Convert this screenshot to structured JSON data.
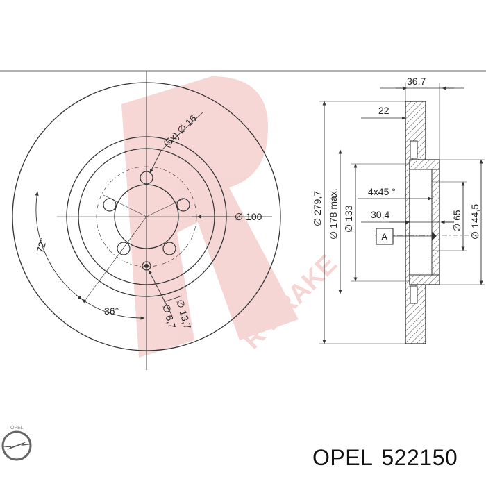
{
  "brand_logo": {
    "icon": "opel-logo",
    "text": "OPEL"
  },
  "watermark": {
    "text": "R BRAKE",
    "color": "#e88a8a"
  },
  "caption": {
    "brand": "OPEL",
    "part_number": "522150"
  },
  "front_view": {
    "bolt_holes": "(5x) ∅ 16",
    "angle_72": "72°",
    "angle_36": "36°",
    "pcd": "∅ 100",
    "hole_137": "∅ 13,7",
    "hole_67": "∅ 6,7"
  },
  "side_view": {
    "total_height": "36,7",
    "disc_height": "22",
    "outer_diameter": "∅ 279,7",
    "max_diameter": "∅ 178 máx.",
    "hub_diameter": "∅ 133",
    "chamfer": "4x45 °",
    "hub_depth": "30,4",
    "center_hole": "∅ 65",
    "inner_diameter": "∅ 144,5",
    "reference": "A"
  },
  "colors": {
    "line": "#333333",
    "hatch": "#555555",
    "watermark": "#e88a8a"
  }
}
